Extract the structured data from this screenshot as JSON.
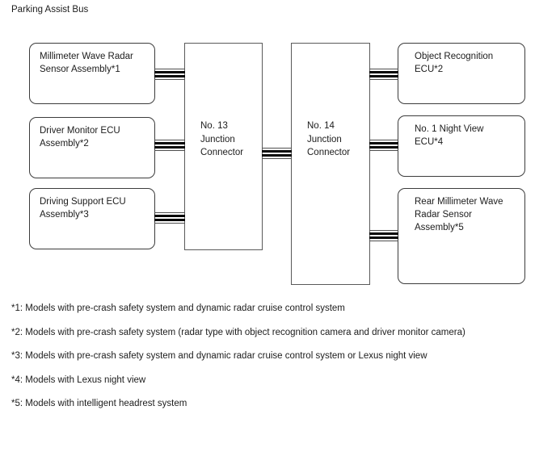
{
  "title": "Parking Assist Bus",
  "diagram": {
    "left_nodes": [
      {
        "label": "Millimeter Wave Radar\nSensor Assembly*1"
      },
      {
        "label": "Driver Monitor ECU\nAssembly*2"
      },
      {
        "label": "Driving Support ECU\nAssembly*3"
      }
    ],
    "junctions": [
      {
        "label": "No. 13\nJunction\nConnector"
      },
      {
        "label": "No. 14\nJunction\nConnector"
      }
    ],
    "right_nodes": [
      {
        "label": "Object Recognition\nECU*2"
      },
      {
        "label": "No. 1 Night View\nECU*4"
      },
      {
        "label": "Rear Millimeter Wave\nRadar Sensor\nAssembly*5"
      }
    ]
  },
  "footnotes": [
    {
      "text": "*1: Models with pre-crash safety system and dynamic radar cruise control system"
    },
    {
      "text": "*2: Models with pre-crash safety system (radar type with object recognition camera and driver monitor camera)"
    },
    {
      "text": "*3: Models with pre-crash safety system and dynamic radar cruise control system or Lexus night view"
    },
    {
      "text": "*4: Models with Lexus night view"
    },
    {
      "text": "*5: Models with intelligent headrest system"
    }
  ],
  "colors": {
    "background": "#ffffff",
    "line": "#050505",
    "border": "#3c3c3c",
    "text": "#1c1c1c"
  }
}
